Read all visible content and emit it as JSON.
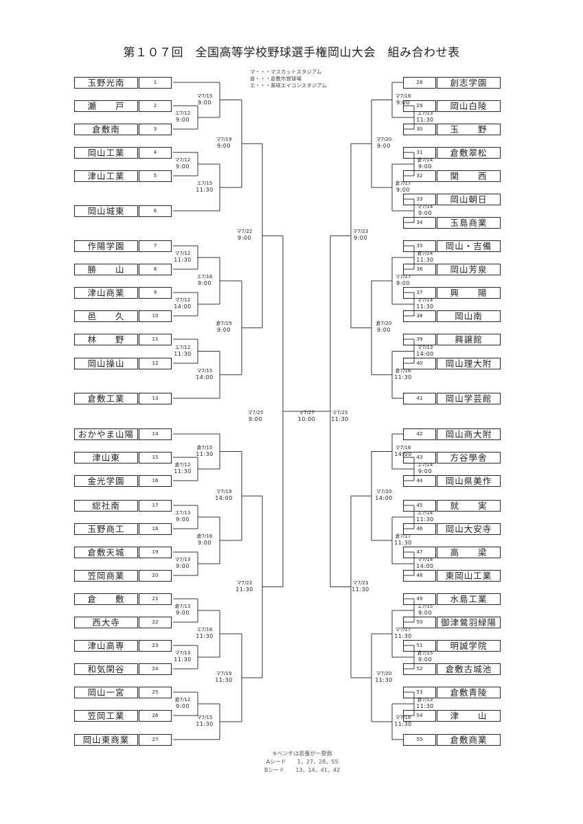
{
  "title": "第１０７回　全国高等学校野球選手権岡山大会　組み合わせ表",
  "legend": [
    "マ・・・マスカットスタジアム",
    "倉・・・倉敷市営球場",
    "エ・・・美咲エイコンスタジアム"
  ],
  "notes": {
    "bench": "※ベンチは若番が一塁側",
    "seed_a": "Aシード　　1，27，28，55",
    "seed_b": "Bシード　　13，14，41，42"
  },
  "left_teams": [
    {
      "no": "1",
      "name": "玉野光南"
    },
    {
      "no": "2",
      "name": "瀬　　戸"
    },
    {
      "no": "3",
      "name": "倉敷南"
    },
    {
      "no": "4",
      "name": "岡山工業"
    },
    {
      "no": "5",
      "name": "津山工業"
    },
    {
      "no": "6",
      "name": "岡山城東"
    },
    {
      "no": "7",
      "name": "作陽学園"
    },
    {
      "no": "8",
      "name": "勝　　山"
    },
    {
      "no": "9",
      "name": "津山商業"
    },
    {
      "no": "10",
      "name": "邑　　久"
    },
    {
      "no": "11",
      "name": "林　　野"
    },
    {
      "no": "12",
      "name": "岡山操山"
    },
    {
      "no": "13",
      "name": "倉敷工業"
    },
    {
      "no": "14",
      "name": "おかやま山陽"
    },
    {
      "no": "15",
      "name": "津山東"
    },
    {
      "no": "16",
      "name": "金光学園"
    },
    {
      "no": "17",
      "name": "総社南"
    },
    {
      "no": "18",
      "name": "玉野商工"
    },
    {
      "no": "19",
      "name": "倉敷天城"
    },
    {
      "no": "20",
      "name": "笠岡商業"
    },
    {
      "no": "21",
      "name": "倉　　敷"
    },
    {
      "no": "22",
      "name": "西大寺"
    },
    {
      "no": "23",
      "name": "津山高専"
    },
    {
      "no": "24",
      "name": "和気閑谷"
    },
    {
      "no": "25",
      "name": "岡山一宮"
    },
    {
      "no": "26",
      "name": "笠岡工業"
    },
    {
      "no": "27",
      "name": "岡山東商業"
    }
  ],
  "right_teams": [
    {
      "no": "28",
      "name": "創志学園"
    },
    {
      "no": "29",
      "name": "岡山白陵"
    },
    {
      "no": "30",
      "name": "玉　　野"
    },
    {
      "no": "31",
      "name": "倉敷翠松"
    },
    {
      "no": "32",
      "name": "関　　西"
    },
    {
      "no": "33",
      "name": "岡山朝日"
    },
    {
      "no": "34",
      "name": "玉島商業"
    },
    {
      "no": "35",
      "name": "岡山・吉備"
    },
    {
      "no": "36",
      "name": "岡山芳泉"
    },
    {
      "no": "37",
      "name": "興　　陽"
    },
    {
      "no": "38",
      "name": "岡山南"
    },
    {
      "no": "39",
      "name": "興譲館"
    },
    {
      "no": "40",
      "name": "岡山理大附"
    },
    {
      "no": "41",
      "name": "岡山学芸館"
    },
    {
      "no": "42",
      "name": "岡山商大附"
    },
    {
      "no": "43",
      "name": "方谷學舎"
    },
    {
      "no": "44",
      "name": "岡山県美作"
    },
    {
      "no": "45",
      "name": "就　　実"
    },
    {
      "no": "46",
      "name": "岡山大安寺"
    },
    {
      "no": "47",
      "name": "高　　梁"
    },
    {
      "no": "48",
      "name": "東岡山工業"
    },
    {
      "no": "49",
      "name": "水島工業"
    },
    {
      "no": "50",
      "name": "御津鶯羽緑陽"
    },
    {
      "no": "51",
      "name": "明誠学院"
    },
    {
      "no": "52",
      "name": "倉敷古城池"
    },
    {
      "no": "53",
      "name": "倉敷青陵"
    },
    {
      "no": "54",
      "name": "津　　山"
    },
    {
      "no": "55",
      "name": "倉敷商業"
    }
  ],
  "match_labels": {
    "left_r1": [
      {
        "date": "マ7/15",
        "time": "9:00"
      },
      {
        "date": "エ7/12",
        "time": "9:00"
      },
      {
        "date": "マ7/12",
        "time": "9:00"
      },
      {
        "date": "エ7/15",
        "time": "11:30"
      },
      {
        "date": "マ7/12",
        "time": "11:30"
      },
      {
        "date": "マ7/12",
        "time": "14:00"
      },
      {
        "date": "エ7/12",
        "time": "11:30"
      },
      {
        "date": "マ7/15",
        "time": "14:00"
      },
      {
        "date": "倉7/15",
        "time": "11:30"
      },
      {
        "date": "倉7/12",
        "time": "11:30"
      },
      {
        "date": "エ7/13",
        "time": "9:00"
      },
      {
        "date": "マ7/13",
        "time": "9:00"
      },
      {
        "date": "倉7/13",
        "time": "9:00"
      },
      {
        "date": "マ7/13",
        "time": "11:30"
      },
      {
        "date": "倉7/12",
        "time": "9:00"
      },
      {
        "date": "マ7/15",
        "time": "11:30"
      }
    ],
    "left_r2": [
      {
        "date": "エ7/16",
        "time": "9:00"
      },
      {
        "date": "倉7/16",
        "time": "9:00"
      },
      {
        "date": "エ7/16",
        "time": "11:30"
      }
    ],
    "left_r3": [
      {
        "date": "マ7/19",
        "time": "9:00"
      },
      {
        "date": "倉7/19",
        "time": "9:00"
      },
      {
        "date": "マ7/19",
        "time": "14:00"
      },
      {
        "date": "マ7/19",
        "time": "11:30"
      }
    ],
    "left_qf": [
      {
        "date": "マ7/22",
        "time": "9:00"
      },
      {
        "date": "マ7/22",
        "time": "11:30"
      }
    ],
    "left_sf": {
      "date": "マ7/25",
      "time": "9:00"
    },
    "final": {
      "date": "マ7/27",
      "time": "10:00"
    },
    "right_sf": {
      "date": "マ7/25",
      "time": "11:30"
    },
    "right_qf": [
      {
        "date": "マ7/23",
        "time": "9:00"
      },
      {
        "date": "マ7/23",
        "time": "11:30"
      }
    ],
    "right_r3": [
      {
        "date": "マ7/20",
        "time": "9:00"
      },
      {
        "date": "倉7/20",
        "time": "9:00"
      },
      {
        "date": "マ7/20",
        "time": "14:00"
      },
      {
        "date": "マ7/20",
        "time": "11:30"
      }
    ],
    "right_r2": [
      {
        "date": "マ7/16",
        "time": "9:00"
      },
      {
        "date": "倉7/17",
        "time": "9:00"
      },
      {
        "date": "マ7/17",
        "time": "9:00"
      },
      {
        "date": "マ7/16",
        "time": "14:00"
      },
      {
        "date": "倉7/17",
        "time": "11:30"
      },
      {
        "date": "マ7/17",
        "time": "11:30"
      },
      {
        "date": "マ7/18",
        "time": "11:30"
      }
    ],
    "right_r1": [
      {
        "date": "エ7/13",
        "time": "11:30"
      },
      {
        "date": "倉7/14",
        "time": "9:00"
      },
      {
        "date": "マ7/14",
        "time": "9:00"
      },
      {
        "date": "倉7/14",
        "time": "11:30"
      },
      {
        "date": "マ7/14",
        "time": "11:30"
      },
      {
        "date": "マ7/13",
        "time": "14:00"
      },
      {
        "date": "倉7/16",
        "time": "11:30"
      },
      {
        "date": "エ7/14",
        "time": "9:00"
      },
      {
        "date": "エ7/14",
        "time": "11:30"
      },
      {
        "date": "マ7/14",
        "time": "14:00"
      },
      {
        "date": "エ7/15",
        "time": "9:00"
      },
      {
        "date": "倉7/15",
        "time": "9:00"
      },
      {
        "date": "倉7/13",
        "time": "11:30"
      }
    ]
  }
}
